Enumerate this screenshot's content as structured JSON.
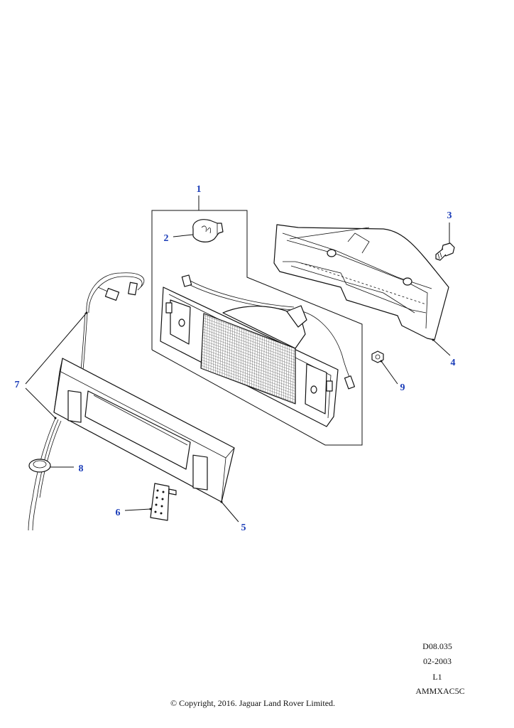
{
  "callouts": [
    {
      "id": "1",
      "label": "1"
    },
    {
      "id": "2",
      "label": "2"
    },
    {
      "id": "3",
      "label": "3"
    },
    {
      "id": "4",
      "label": "4"
    },
    {
      "id": "5",
      "label": "5"
    },
    {
      "id": "6",
      "label": "6"
    },
    {
      "id": "7",
      "label": "7"
    },
    {
      "id": "8",
      "label": "8"
    },
    {
      "id": "9",
      "label": "9"
    }
  ],
  "footer": {
    "drawing_number": "D08.035",
    "date": "02-2003",
    "revision": "L1",
    "code": "AMMXAC5C",
    "copyright": "© Copyright, 2016. Jaguar Land Rover Limited."
  },
  "colors": {
    "callout": "#1a3cb8",
    "line": "#111111"
  }
}
